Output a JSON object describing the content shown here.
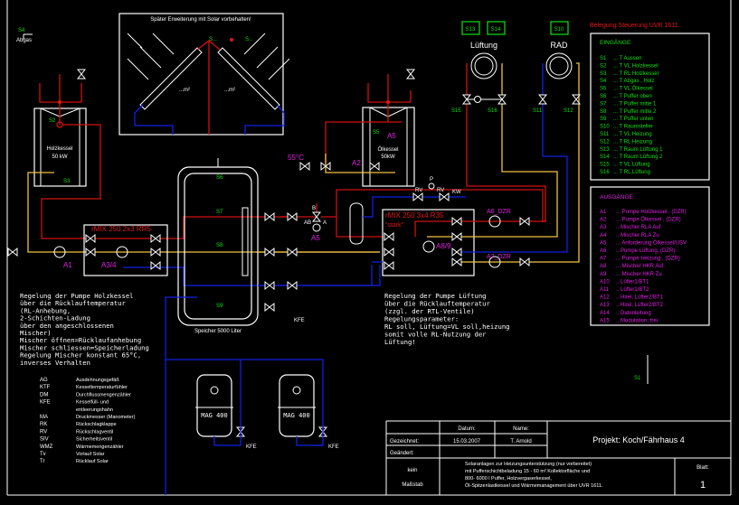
{
  "header": {
    "title": "Belegung Steuerung UVR 1611"
  },
  "inputs": {
    "heading": "EINGÄNGE",
    "items": [
      {
        "code": "S1",
        "desc": "... T Aussen"
      },
      {
        "code": "S2",
        "desc": "... T VL Holzkessel"
      },
      {
        "code": "S3",
        "desc": "... T RL Holzkessel"
      },
      {
        "code": "S4",
        "desc": "... T Abgas , Holz"
      },
      {
        "code": "S5",
        "desc": "... T VL Ölkessel"
      },
      {
        "code": "S6",
        "desc": "... T Puffer oben"
      },
      {
        "code": "S7",
        "desc": "... T Puffer mitte 1"
      },
      {
        "code": "S8",
        "desc": "... T Puffer mitte 2"
      },
      {
        "code": "S9",
        "desc": "... T Puffer unten"
      },
      {
        "code": "S10",
        "desc": "... T Raumsteller"
      },
      {
        "code": "S11",
        "desc": "... T VL Heizung"
      },
      {
        "code": "S12",
        "desc": "... T RL Heizung"
      },
      {
        "code": "S13",
        "desc": "... T Raum Lüftung 1"
      },
      {
        "code": "S14",
        "desc": "... T Raum Lüftung 2"
      },
      {
        "code": "S15",
        "desc": "... T VL Lüftung"
      },
      {
        "code": "S16",
        "desc": "... T RL Lüftung"
      }
    ]
  },
  "outputs": {
    "heading": "AUSGÄNGE",
    "items": [
      {
        "code": "A1",
        "desc": "... Pumpe Holzkessel , (DZR)"
      },
      {
        "code": "A2",
        "desc": "... Pumpe Ölkessel , (DZR)"
      },
      {
        "code": "A3",
        "desc": ".. Mischer RLA Auf"
      },
      {
        "code": "A4",
        "desc": ".. Mischer RLA Zu"
      },
      {
        "code": "A5",
        "desc": "... Anforderung Ölkessel/USV"
      },
      {
        "code": "A6",
        "desc": ".. Pumpe Lüftung, (DZR)"
      },
      {
        "code": "A7",
        "desc": "... Pumpe Heizung , (DZR)"
      },
      {
        "code": "A8",
        "desc": "... Mischer HKR Auf"
      },
      {
        "code": "A9",
        "desc": "... Mischer HKR Zu"
      },
      {
        "code": "A10",
        "desc": ".. Lüfter1/BT1"
      },
      {
        "code": "A11",
        "desc": ".. Lüfter1/BT2"
      },
      {
        "code": "A12",
        "desc": ".. Hirel, Lüfter2/BT1"
      },
      {
        "code": "A13",
        "desc": ".. Hirel, Lüfter2/BT2"
      },
      {
        "code": "A14",
        "desc": ".. Datenleitung"
      },
      {
        "code": "A15",
        "desc": ".. Modulation, frei"
      }
    ]
  },
  "solar": {
    "title": "Später Erweiterung mit Solar vorbehalten!",
    "sensor_left": "S...",
    "sensor_right": "S...",
    "area_left": "...m²",
    "area_right": "...m²"
  },
  "components": {
    "holzkessel": "Holzkessel",
    "holzkessel_power": "50 kW",
    "oelkessel": "Ölkessel",
    "oelkessel_power": "50kW",
    "speicher": "Speicher 5000 Liter",
    "mag1": "MAG 400",
    "mag2": "MAG 400",
    "lueftung": "Lüftung",
    "rad": "RAD",
    "abgas": "Abgas",
    "mix_left": "rMIX 250 2x3 RR5",
    "mix_right": "rMIX 250 3x4 R35",
    "mix_right_note": "\"stark\"",
    "temp_55": "55°C",
    "kfe1": "KFE",
    "kfe2": "KFE",
    "kfe3": "KFE",
    "kw": "KW",
    "rv1": "RV",
    "rv2": "RV",
    "p": "P",
    "port_b": "B",
    "port_ab": "AB",
    "port_a": "A"
  },
  "sensor_labels": {
    "s1": "S1",
    "s2": "S2",
    "s3": "S3",
    "s4": "S4",
    "s5": "S5",
    "s6": "S6",
    "s7": "S7",
    "s8": "S8",
    "s9": "S9",
    "s10": "S10",
    "s11": "S11",
    "s12": "S12",
    "s13": "S13",
    "s14": "S14",
    "s15": "S15",
    "s16": "S16"
  },
  "output_labels": {
    "a1": "A1",
    "a2": "A2",
    "a34": "A3/4",
    "a5_valve": "A5",
    "a5_boiler": "A5",
    "a6": "A6_DZR",
    "a7": "A7_DZR",
    "a89": "A8/9"
  },
  "notes": {
    "left": [
      "Regelung der Pumpe Holzkessel",
      "über die Rücklauftemperatur",
      "(RL-Anhebung,",
      "2-Schichten-Ladung",
      "über den angeschlossenen",
      "Mischer)",
      "Mischer öffnen=Rücklaufanhebung",
      "Mischer schliessen=Speicherladung",
      "Regelung Mischer konstant 65°C,",
      "inverses Verhalten"
    ],
    "right": [
      "Regelung der Pumpe Lüftung",
      "über die Rücklauftemperatur",
      "(zzgl. der RTL-Ventile)",
      "Regelungsparameter:",
      "RL soll, Lüftung=VL soll,heizung",
      "somit volle RL-Nutzung der",
      "Lüftung!"
    ]
  },
  "legend": [
    {
      "code": "AG",
      "desc": "Ausdehnungsgefäß"
    },
    {
      "code": "KTF",
      "desc": "Kesseltemperaturfühler"
    },
    {
      "code": "DM",
      "desc": "Durchflussmengenzähler"
    },
    {
      "code": "KFE",
      "desc": "Kesselfüll- und"
    },
    {
      "code": "",
      "desc": "entleerungshahn"
    },
    {
      "code": "MA",
      "desc": "Druckmesser (Manometer)"
    },
    {
      "code": "RK",
      "desc": "Rückschlagklappe"
    },
    {
      "code": "RV",
      "desc": "Rückschlagventil"
    },
    {
      "code": "SIV",
      "desc": "Sicherheitsventil"
    },
    {
      "code": "WMZ",
      "desc": "Wärmemengenzähler"
    },
    {
      "code": "Tv",
      "desc": "Vorlauf Solar"
    },
    {
      "code": "Tr",
      "desc": "Rücklauf Solar"
    }
  ],
  "title_block": {
    "date_header": "Datum:",
    "name_header": "Name:",
    "drawn_label": "Gezeichnet:",
    "drawn_date": "15.03.2007",
    "drawn_name": "T. Arnold",
    "changed_label": "Geändert:",
    "project": "Projekt: Koch/Fährhaus 4",
    "scale_line1": "kein",
    "scale_line2": "Maßstab",
    "description": [
      "Solaranlagen zur Heizungsunterstützung (nur vorbereitet)",
      "mit Pufferschichtbeladung 15 - 60 m² Kollektorfläche und",
      "800- 6000 l Puffer, Holzvergaserkessel,",
      "Öl-Spitzenlastkessel und Wärmemanagement über UVR 1611."
    ],
    "sheet_label": "Blatt:",
    "sheet_number": "1"
  },
  "colors": {
    "supply": "#d01010",
    "return_warm": "#f0c040",
    "return_cold": "#1020e0",
    "inputs": "#10e010",
    "outputs": "#e020e0",
    "lines": "#ffffff"
  }
}
